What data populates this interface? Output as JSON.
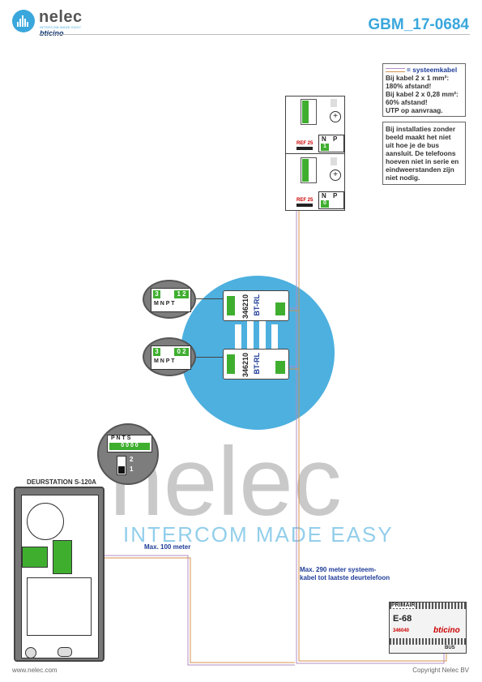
{
  "header": {
    "brand": "nelec",
    "brand_tagline": "INTERCOM MADE EASY",
    "brand_sub": "bticino",
    "doc_id": "GBM_17-0684"
  },
  "legend": {
    "title": "= systeemkabel",
    "lines": [
      "Bij kabel 2 x 1 mm²:",
      "180% afstand!",
      "Bij kabel 2 x 0,28 mm²:",
      "60% afstand!",
      "UTP op aanvraag."
    ]
  },
  "note": {
    "lines": [
      "Bij installaties zonder",
      "beeld maakt het niet",
      "uit hoe je de bus",
      "aansluit. De telefoons",
      "hoeven niet in serie en",
      "eindweerstanden zijn",
      "niet nodig."
    ]
  },
  "handsets": [
    {
      "np_n": "N",
      "np_p": "P",
      "n_value": "1",
      "ref_label": "REF 25"
    },
    {
      "np_n": "N",
      "np_p": "P",
      "n_value": "0",
      "ref_label": "REF 25"
    }
  ],
  "relays": [
    {
      "model": "346210",
      "subtitle": "BT-RL",
      "zoom_left": "3",
      "zoom_right": "1 2",
      "zoom_labels": "M  N  P  T"
    },
    {
      "model": "346210",
      "subtitle": "BT-RL",
      "zoom_left": "3",
      "zoom_right": "0 2",
      "zoom_labels": "M  N  P  T"
    }
  ],
  "door_zoom": {
    "labels": "P  N  T  S",
    "values": "0 0 0 0",
    "switch_top": "2",
    "switch_bottom": "1"
  },
  "door_station": {
    "label": "DEURSTATION S-120A"
  },
  "distances": {
    "max_door": "Max. 100 meter",
    "max_system_line1": "Max. 290 meter systeem-",
    "max_system_line2": "kabel tot laatste deurtelefoon"
  },
  "psu": {
    "top_label": "PRIMAIR",
    "model": "E-68",
    "code": "346040",
    "brand": "bticino",
    "bus_label": "BUS"
  },
  "watermark": {
    "word": "nelec",
    "tagline": "INTERCOM MADE EASY"
  },
  "footer": {
    "left": "www.nelec.com",
    "right": "Copyright Nelec BV"
  },
  "colors": {
    "accent": "#3aa7dc",
    "cable_purple": "#b38cc4",
    "cable_orange": "#d4934f",
    "terminal_green": "#3fae2f",
    "title_blue": "#1f3d99"
  }
}
